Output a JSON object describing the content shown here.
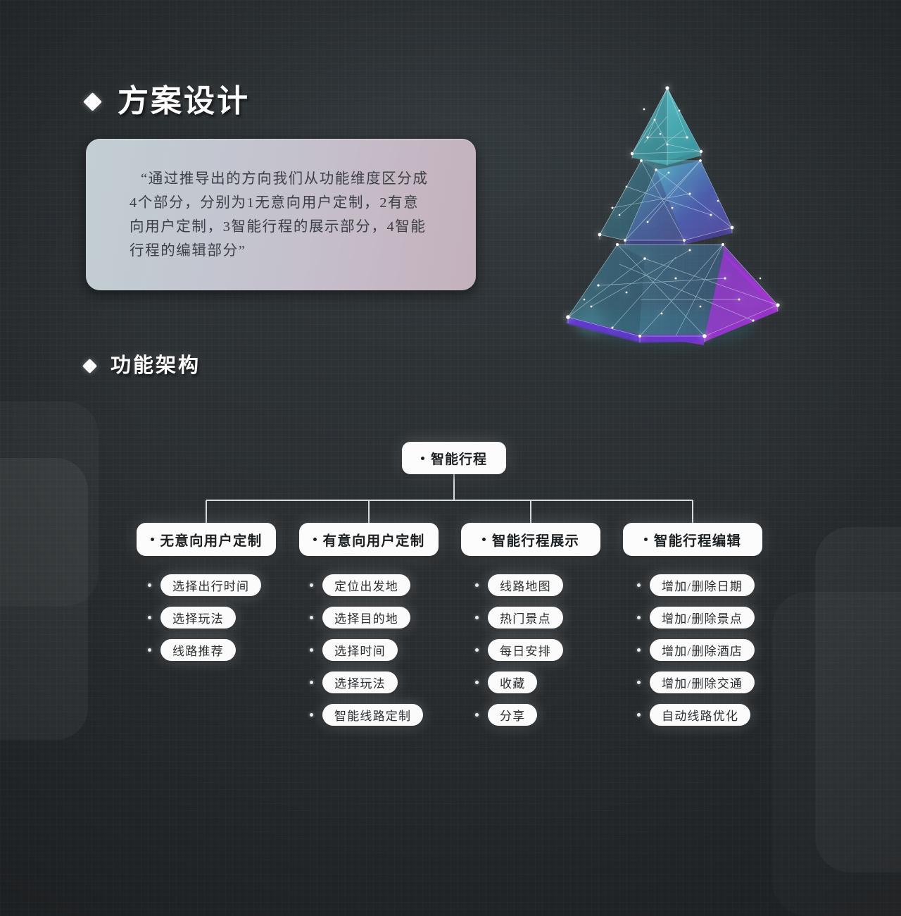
{
  "sections": {
    "design": {
      "bullet_icon": "diamond-bullet-icon",
      "title": "方案设计",
      "quote": "“通过推导出的方向我们从功能维度区分成4个部分，分别为1无意向用户定制，2有意向用户定制，3智能行程的展示部分，4智能行程的编辑部分”"
    },
    "architecture": {
      "bullet_icon": "diamond-bullet-icon",
      "title": "功能架构"
    }
  },
  "pyramid": {
    "name": "low-poly-pyramid-graphic",
    "tiers": [
      "top",
      "middle",
      "base"
    ],
    "colors": {
      "top": "#4fd8e0",
      "middle": "#5b5fd0",
      "base": "#a02fd6",
      "node": "#ffffff",
      "edge": "#b9cdd6"
    }
  },
  "tree": {
    "root": "智能行程",
    "branches": [
      {
        "label": "无意向用户定制",
        "children": [
          "选择出行时间",
          "选择玩法",
          "线路推荐"
        ]
      },
      {
        "label": "有意向用户定制",
        "children": [
          "定位出发地",
          "选择目的地",
          "选择时间",
          "选择玩法",
          "智能线路定制"
        ]
      },
      {
        "label": "智能行程展示",
        "children": [
          "线路地图",
          "热门景点",
          "每日安排",
          "收藏",
          "分享"
        ]
      },
      {
        "label": "智能行程编辑",
        "children": [
          "增加/删除日期",
          "增加/删除景点",
          "增加/删除酒店",
          "增加/删除交通",
          "自动线路优化"
        ]
      }
    ]
  },
  "theme": {
    "background": "#2d3235",
    "node_fill": "#fcfcfc",
    "node_text": "#1b1f22",
    "title_text": "#ffffff",
    "quote_text": "#3c4044"
  }
}
